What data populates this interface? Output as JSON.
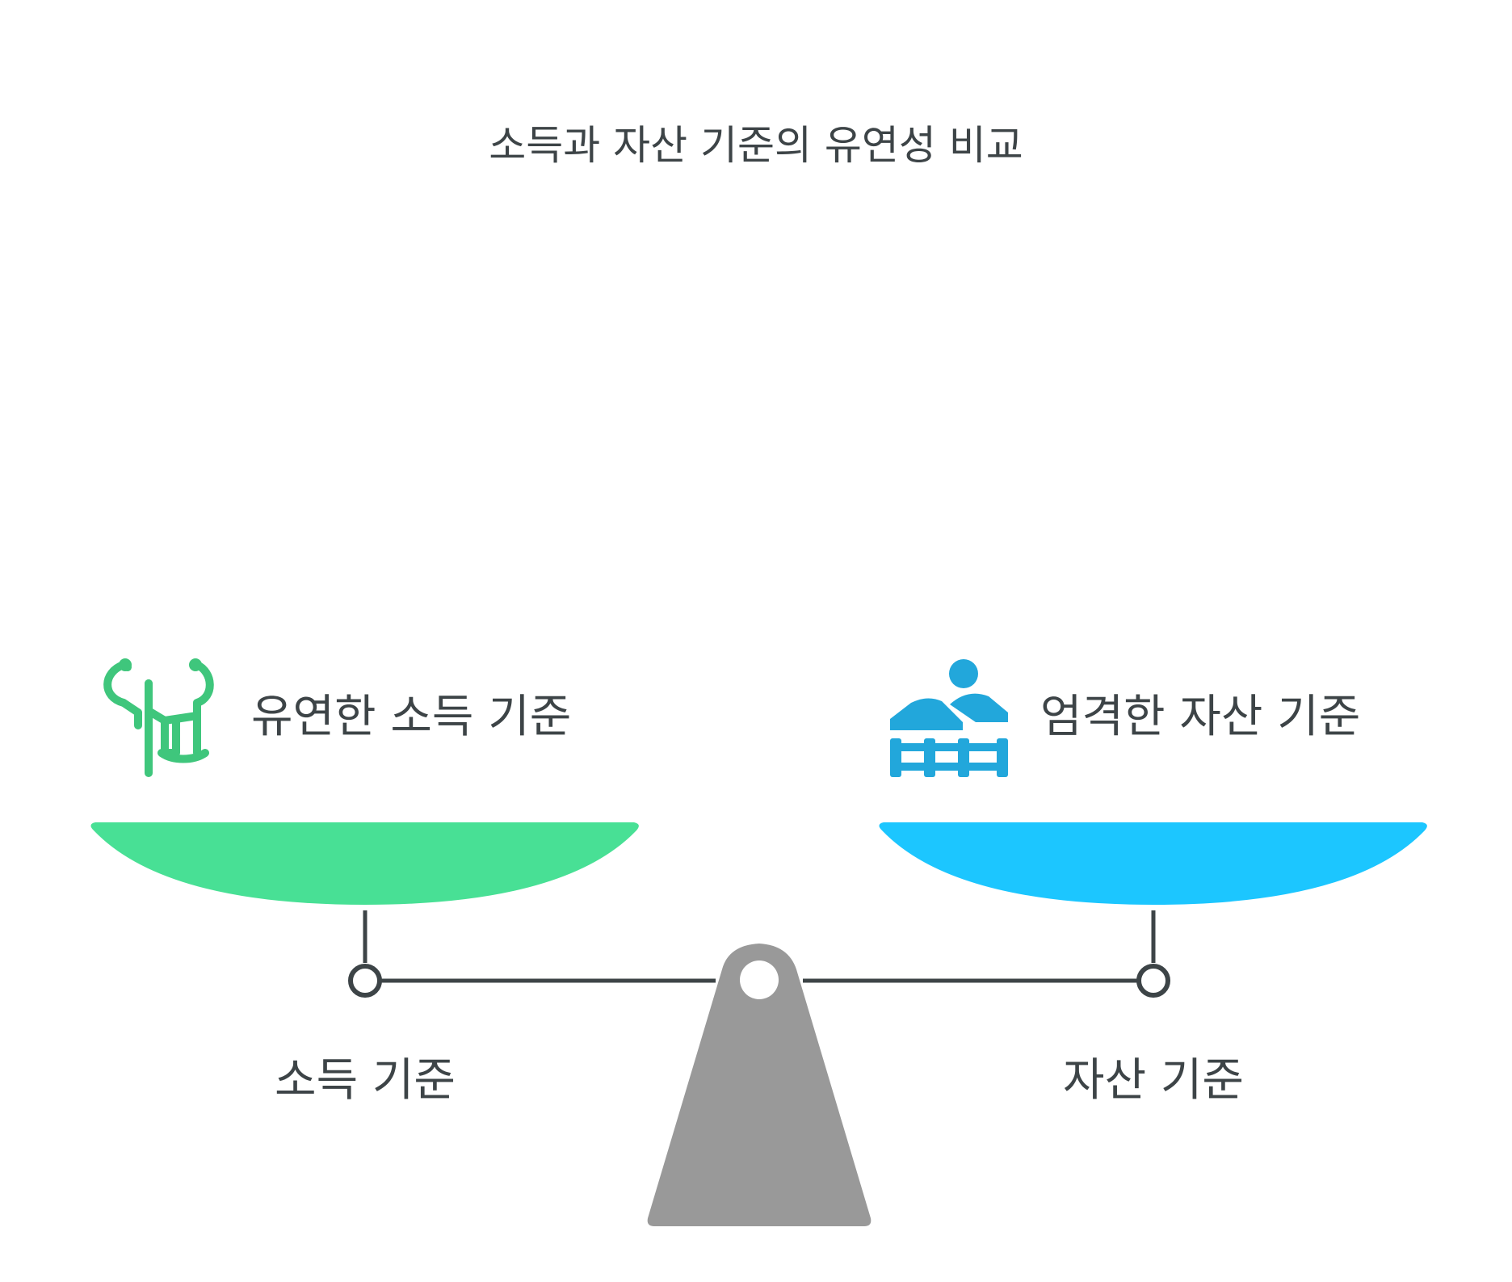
{
  "title": "소득과 자산 기준의 유연성 비교",
  "left": {
    "heading": "유연한 소득 기준",
    "caption": "소득 기준",
    "color": "#48e095",
    "icon_color": "#3fc67c",
    "icon": "tree-icon"
  },
  "right": {
    "heading": "엄격한 자산 기준",
    "caption": "자산 기준",
    "color": "#1cc6ff",
    "icon_color": "#22a7db",
    "icon": "property-icon"
  },
  "colors": {
    "text": "#3d4447",
    "beam": "#3d4447",
    "fulcrum": "#999999"
  }
}
